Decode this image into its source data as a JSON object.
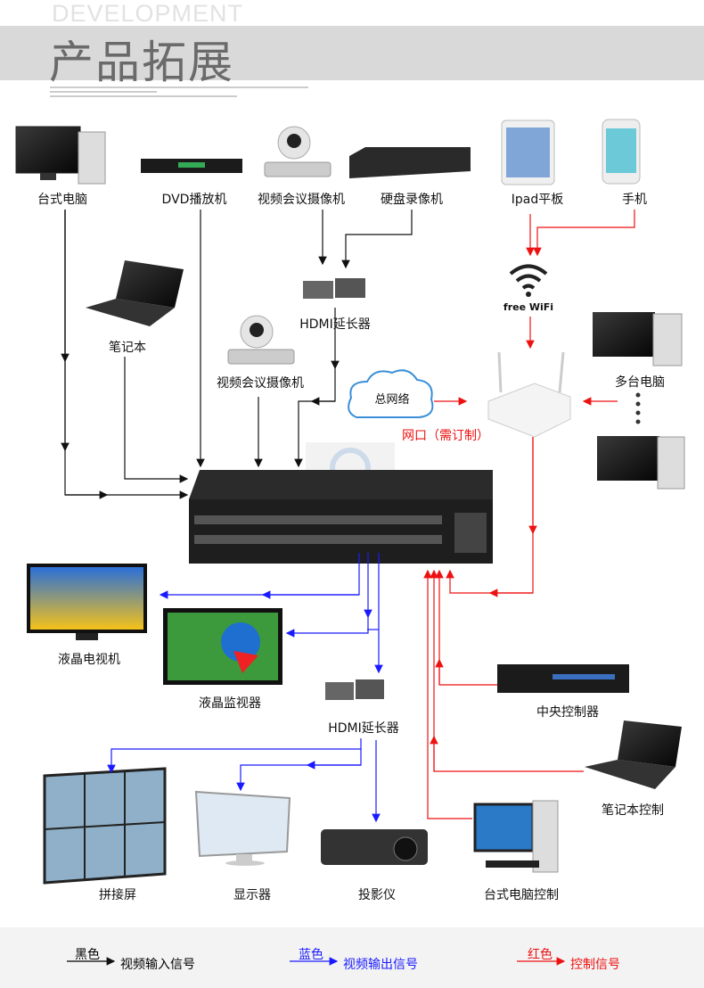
{
  "header": {
    "en_title": "DEVELOPMENT",
    "cn_title": "产品拓展"
  },
  "devices": {
    "desktop": "台式电脑",
    "dvd": "DVD播放机",
    "conf_camera": "视频会议摄像机",
    "nvr": "硬盘录像机",
    "ipad": "Ipad平板",
    "phone": "手机",
    "laptop": "笔记本",
    "hdmi_extender_in": "HDMI延长器",
    "conf_camera_2": "视频会议摄像机",
    "network": "总网络",
    "wifi": "free WiFi",
    "multi_pc": "多台电脑",
    "network_port": "网口（需订制）",
    "lcd_tv": "液晶电视机",
    "lcd_monitor": "液晶监视器",
    "hdmi_extender_out": "HDMI延长器",
    "central_controller": "中央控制器",
    "laptop_control": "笔记本控制",
    "video_wall": "拼接屏",
    "monitor": "显示器",
    "projector": "投影仪",
    "desktop_control": "台式电脑控制"
  },
  "legend": [
    {
      "color_name": "黑色",
      "meaning": "视频输入信号",
      "color": "#000000"
    },
    {
      "color_name": "蓝色",
      "meaning": "视频输出信号",
      "color": "#1a1aff"
    },
    {
      "color_name": "红色",
      "meaning": "控制信号",
      "color": "#ff0000"
    }
  ],
  "colors": {
    "input": "#111111",
    "output": "#1a1aff",
    "control": "#ee1111"
  }
}
